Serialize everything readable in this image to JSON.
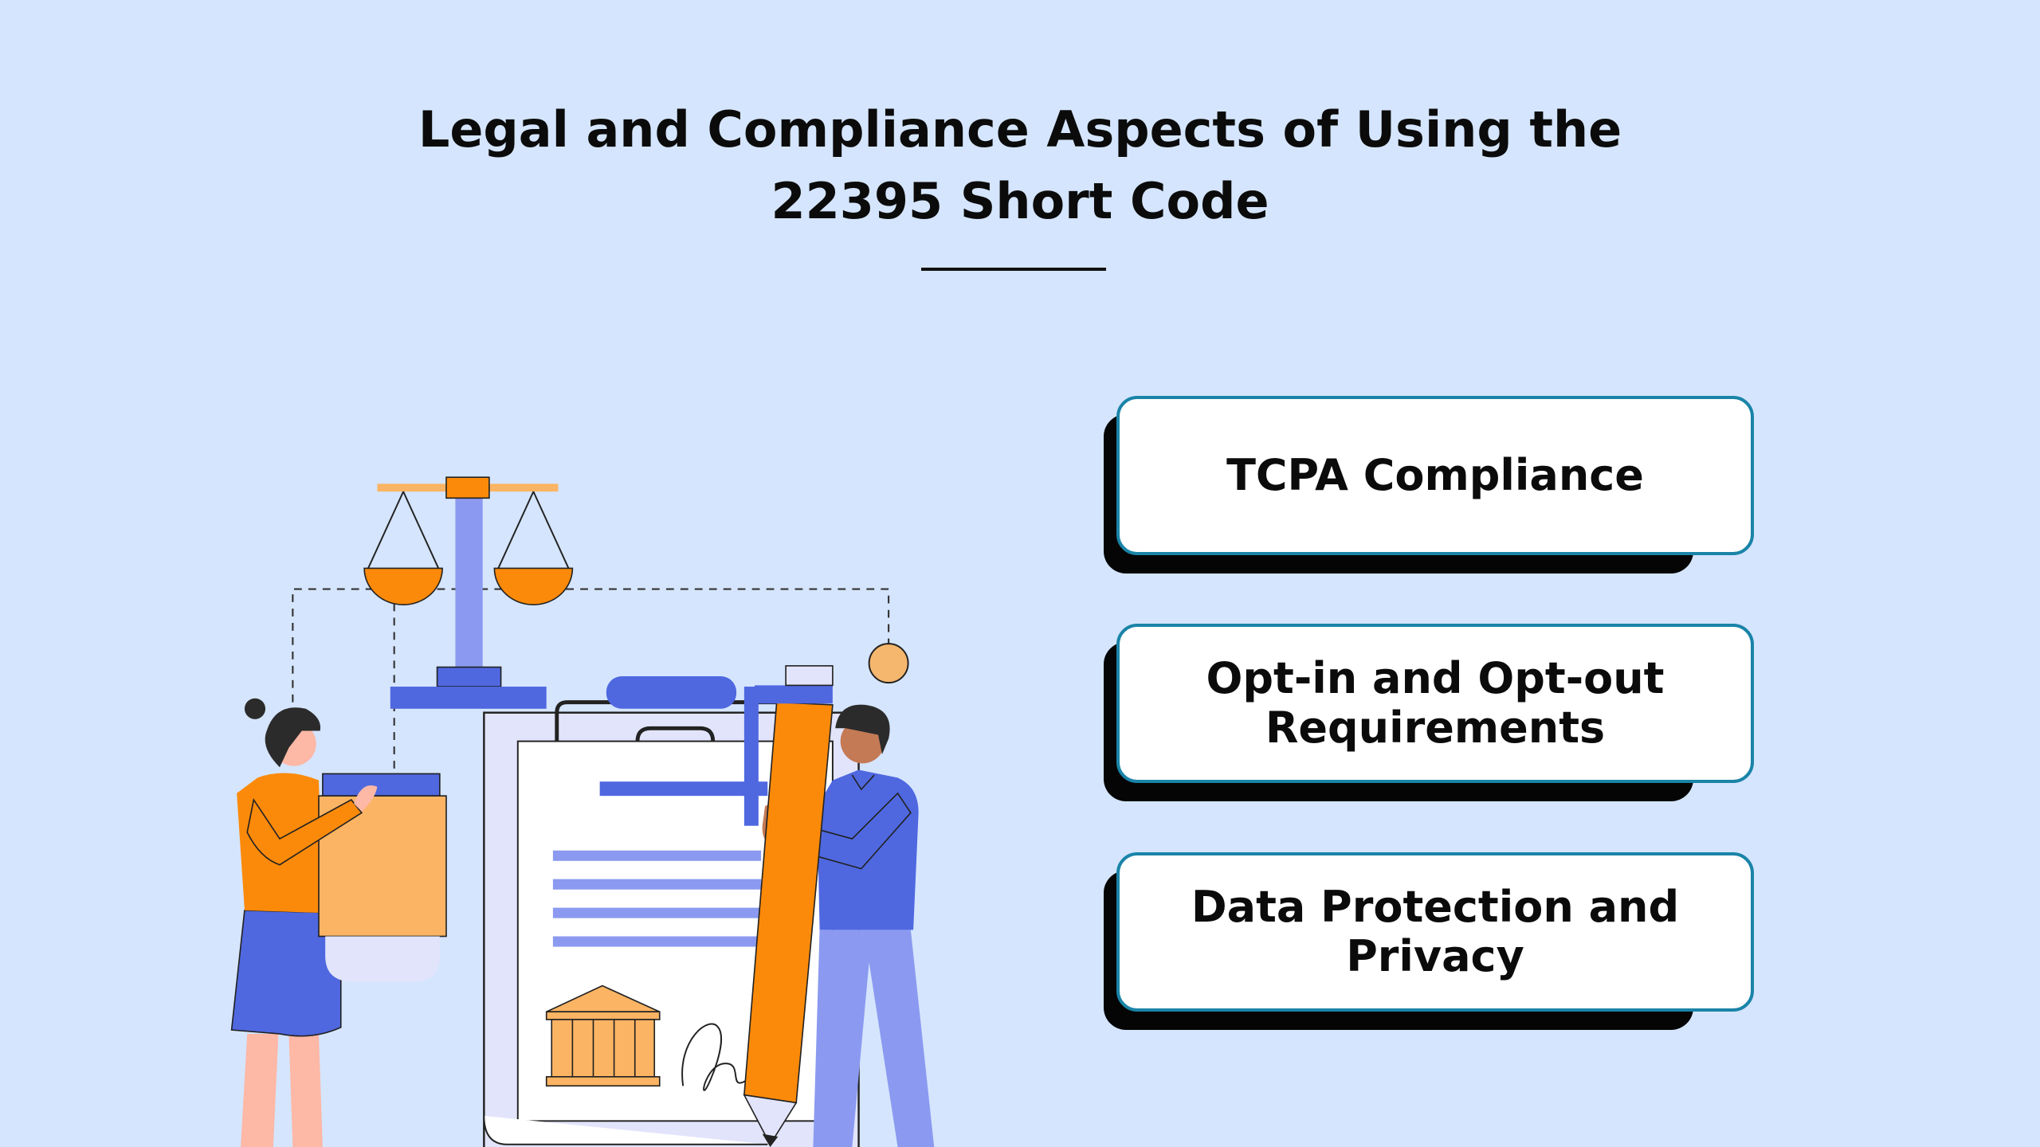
{
  "title": {
    "line1": "Legal and Compliance Aspects of Using the",
    "line2": "22395 Short Code"
  },
  "cards": [
    {
      "label": "TCPA Compliance"
    },
    {
      "label": "Opt-in and Opt-out Requirements"
    },
    {
      "label": "Data Protection and Privacy"
    }
  ],
  "colors": {
    "background": "#d5e5fd",
    "card_border": "#1a84a8",
    "orange": "#fb8a0a",
    "light_orange": "#fbb463",
    "blue": "#4f68e0",
    "light_blue": "#8b9af0"
  },
  "illustration": {
    "icon": "legal-compliance-illustration"
  }
}
